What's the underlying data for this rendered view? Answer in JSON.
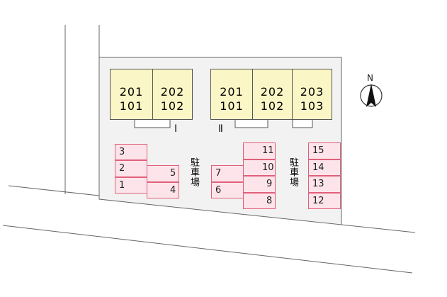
{
  "buildings": [
    {
      "name": "I",
      "units": [
        [
          "201",
          "101"
        ],
        [
          "202",
          "102"
        ]
      ]
    },
    {
      "name": "Ⅱ",
      "units": [
        [
          "201",
          "101"
        ],
        [
          "202",
          "102"
        ],
        [
          "203",
          "103"
        ]
      ]
    }
  ],
  "parking_label": "駐車場",
  "parking_spots": {
    "left_a": [
      "3",
      "2",
      "1"
    ],
    "left_b": [
      "5",
      "4"
    ],
    "mid_a": [
      "7",
      "6"
    ],
    "mid_b": [
      "11",
      "10",
      "9",
      "8"
    ],
    "right": [
      "15",
      "14",
      "13",
      "12"
    ]
  },
  "compass": {
    "label": "N",
    "icon": "north-arrow-icon"
  },
  "colors": {
    "unit_fill": "#fbf6c5",
    "slot_border": "#e0607a",
    "slot_fill": "#fde4ea",
    "lot_fill": "#f2f2f2"
  }
}
